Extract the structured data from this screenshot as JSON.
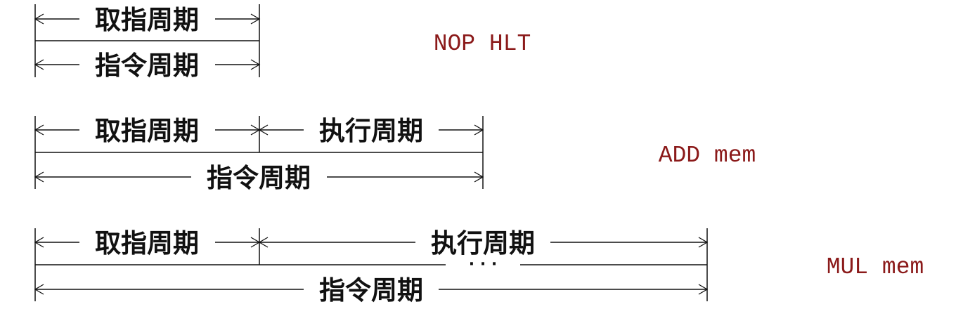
{
  "diagram": {
    "rows": [
      {
        "instruction": "NOP HLT",
        "fetch_label": "取指周期",
        "exec_label": null,
        "instr_label": "指令周期",
        "show_ellipsis": false
      },
      {
        "instruction": "ADD mem",
        "fetch_label": "取指周期",
        "exec_label": "执行周期",
        "instr_label": "指令周期",
        "show_ellipsis": false
      },
      {
        "instruction": "MUL mem",
        "fetch_label": "取指周期",
        "exec_label": "执行周期",
        "instr_label": "指令周期",
        "show_ellipsis": true,
        "ellipsis": "· · ·"
      }
    ],
    "colors": {
      "line": "#111111",
      "instruction_text": "#8b1a1a"
    }
  }
}
